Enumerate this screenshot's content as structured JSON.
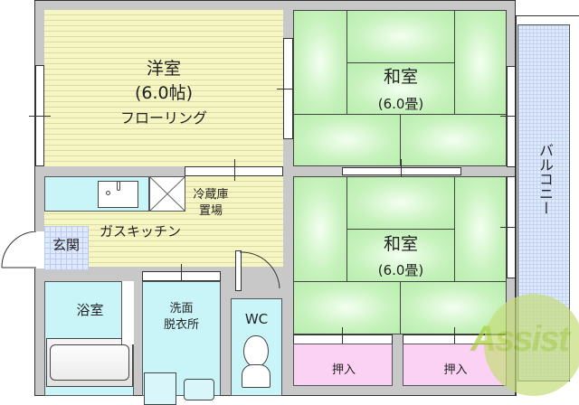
{
  "floorplan": {
    "rooms": {
      "western_room": {
        "name": "洋室",
        "size": "(6.0帖)",
        "floor": "フローリング"
      },
      "japanese_room_1": {
        "name": "和室",
        "size": "(6.0畳)"
      },
      "japanese_room_2": {
        "name": "和室",
        "size": "(6.0畳)"
      },
      "kitchen": {
        "name": "ガスキッチン"
      },
      "fridge_space": {
        "line1": "冷蔵庫",
        "line2": "置場"
      },
      "entrance": {
        "name": "玄関"
      },
      "bathroom": {
        "name": "浴室"
      },
      "washroom": {
        "line1": "洗面",
        "line2": "脱衣所"
      },
      "toilet": {
        "name": "WC"
      },
      "closet_1": {
        "name": "押入"
      },
      "closet_2": {
        "name": "押入"
      },
      "balcony": {
        "name": "バルコニー"
      }
    },
    "watermark": "Assist",
    "colors": {
      "flooring": "#f6f5c4",
      "tatami": "#c7f2bd",
      "wet_area": "#c9f4f8",
      "closet": "#fbd2f3",
      "balcony": "#dfe9fb",
      "wall": "#c8c8c8",
      "watermark_green": "#a9cf3a",
      "watermark_pink": "#e8407a"
    }
  }
}
